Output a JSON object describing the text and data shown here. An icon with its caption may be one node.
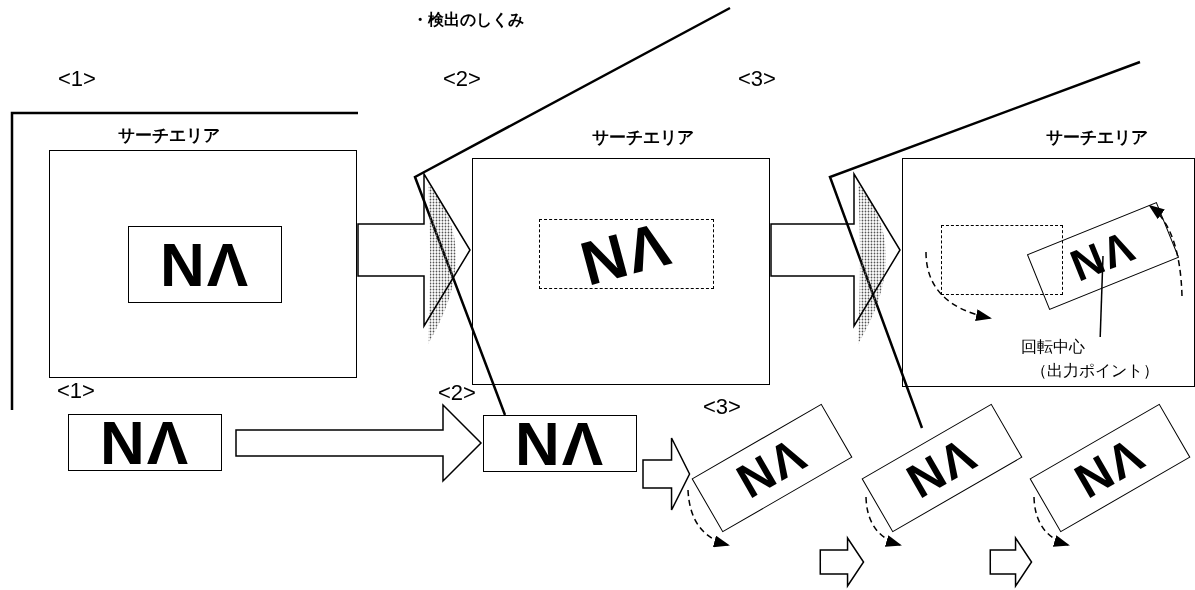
{
  "diagram": {
    "title": "・検出のしくみ",
    "nodes": [
      {
        "text": [
          "サーチエリア"
        ]
      },
      {
        "text": [
          "NΛ"
        ],
        "in": 0
      },
      {
        "text": [
          "サーチエリア"
        ]
      },
      {
        "text": [
          "NΛ"
        ],
        "in": 2
      },
      {
        "text": [
          "サーチエリア"
        ]
      },
      {
        "text": [],
        "shape": "box",
        "in": 4
      },
      {
        "text": [
          "NΛ"
        ],
        "in": 4
      },
      {
        "text": [
          "回転中心",
          "（出力ポイント）"
        ],
        "in": 4
      },
      {
        "text": [
          "NΛ"
        ]
      },
      {
        "text": [
          "NΛ"
        ]
      },
      {
        "text": [
          "NΛ"
        ]
      },
      {
        "text": [
          "NΛ"
        ]
      },
      {
        "text": [
          "NΛ"
        ]
      }
    ],
    "edges": [
      {
        "from": 0,
        "to": 2,
        "arrow": "to"
      },
      {
        "from": 2,
        "to": 4,
        "arrow": "to"
      },
      {
        "from": 7,
        "to": 6,
        "arrow": "none"
      },
      {
        "from": 8,
        "to": 9,
        "arrow": "to"
      },
      {
        "from": 9,
        "to": 10,
        "arrow": "to"
      },
      {
        "from": 10,
        "to": 11,
        "arrow": "to"
      },
      {
        "from": 11,
        "to": 12,
        "arrow": "to"
      }
    ],
    "labels": [
      "<1>",
      "<2>",
      "<3>",
      "<1>",
      "<2>",
      "<3>"
    ]
  }
}
